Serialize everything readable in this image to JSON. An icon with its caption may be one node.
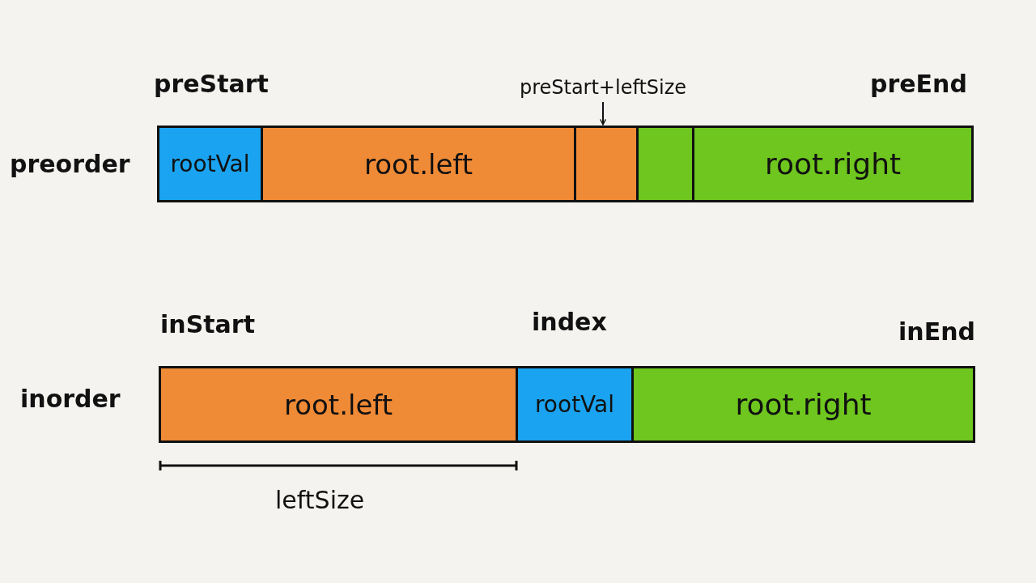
{
  "diagram": {
    "nodes": [
      {
        "text": [
          "rootVal"
        ]
      },
      {
        "text": [
          "root.left"
        ]
      },
      {
        "text": [],
        "shape": "box"
      },
      {
        "text": [],
        "shape": "box"
      },
      {
        "text": [
          "root.right"
        ]
      },
      {
        "text": [
          "root.left"
        ]
      },
      {
        "text": [
          "rootVal"
        ]
      },
      {
        "text": [
          "root.right"
        ]
      },
      {
        "text": [
          "preStart+leftSize"
        ]
      }
    ],
    "edges": [
      {
        "from": 8,
        "to": 2,
        "arrow": "to"
      }
    ],
    "labels": [
      "preStart",
      "preEnd",
      "preorder",
      "inStart",
      "index",
      "inEnd",
      "inorder",
      "leftSize"
    ]
  }
}
